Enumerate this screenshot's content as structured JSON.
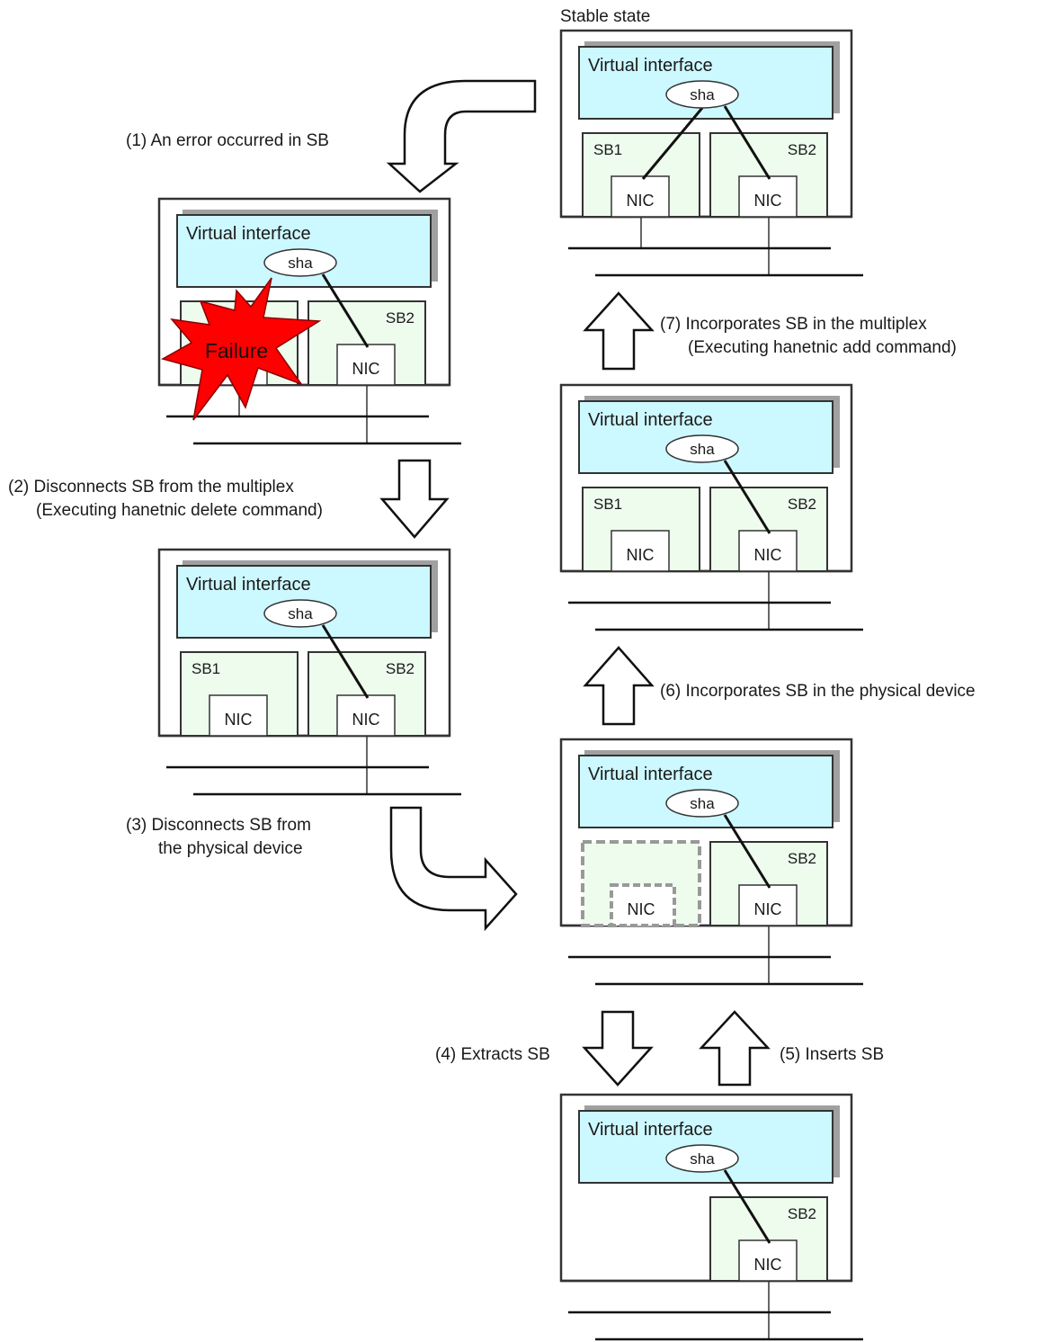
{
  "title": "Stable state",
  "labels": {
    "vif": "Virtual interface",
    "sha": "sha",
    "sb1": "SB1",
    "sb2": "SB2",
    "nic": "NIC",
    "failure": "Failure"
  },
  "steps": {
    "s1": "(1) An error occurred in SB",
    "s2a": "(2) Disconnects SB from the multiplex",
    "s2b": "(Executing hanetnic delete command)",
    "s3a": "(3) Disconnects SB from",
    "s3b": "the physical device",
    "s4": "(4) Extracts SB",
    "s5": "(5) Inserts SB",
    "s6": "(6) Incorporates SB in the physical device",
    "s7a": "(7) Incorporates SB in the multiplex",
    "s7b": "(Executing hanetnic add command)"
  },
  "colors": {
    "vif_fill": "#ccf8ff",
    "sb_fill": "#eefcee",
    "shadow": "#a0a0a0",
    "failure": "#ff0000",
    "removed_border": "#999999"
  }
}
